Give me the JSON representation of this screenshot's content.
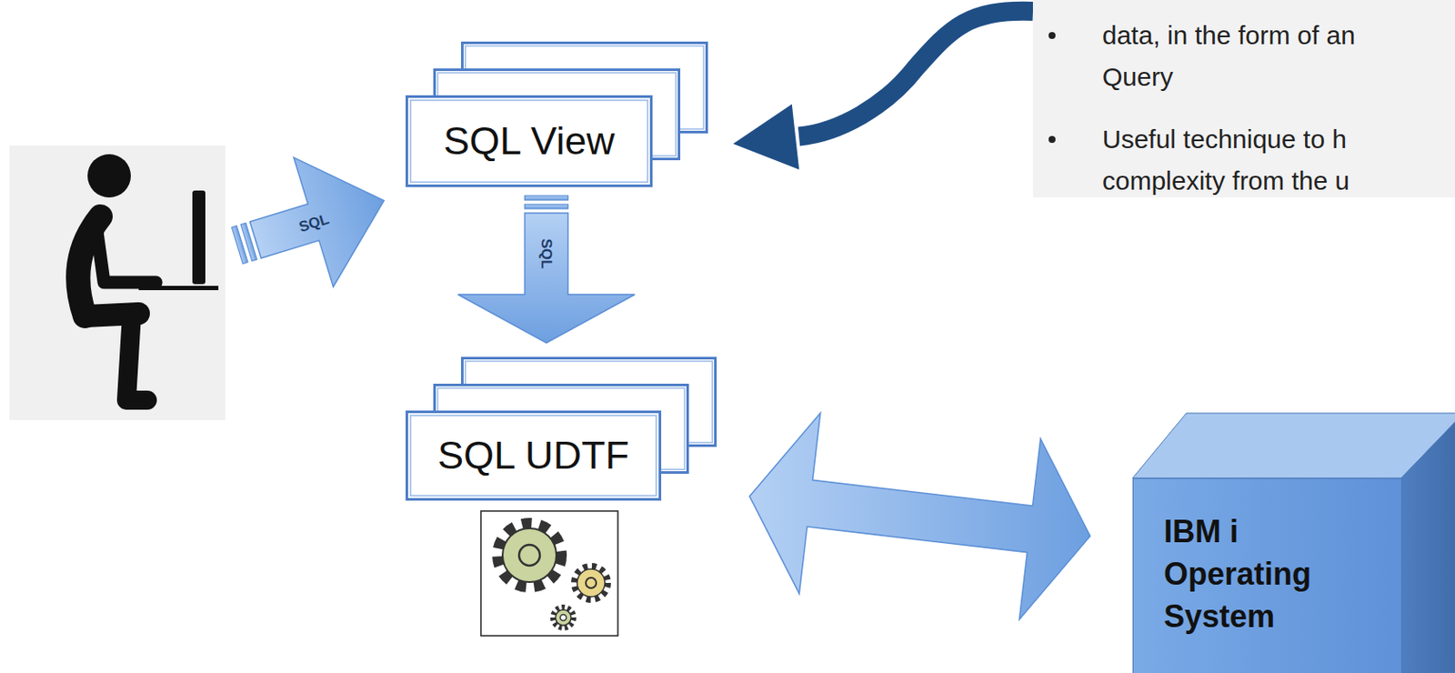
{
  "diagram": {
    "nodes": [
      {
        "text": [
          "SQL View"
        ]
      },
      {
        "text": [
          "data, in the form of an Query",
          "Useful technique to h complexity from the u"
        ]
      },
      {
        "text": [
          "SQL UDTF"
        ]
      },
      {
        "text": [
          "IBM i Operating System"
        ]
      }
    ],
    "edges": [
      {
        "from": 1,
        "to": 0,
        "arrow": "to"
      },
      {
        "from": 0,
        "to": 2,
        "label": "SQL",
        "arrow": "to"
      },
      {
        "from": 2,
        "to": 3,
        "arrow": "both"
      }
    ],
    "labels": [
      "SQL"
    ]
  }
}
